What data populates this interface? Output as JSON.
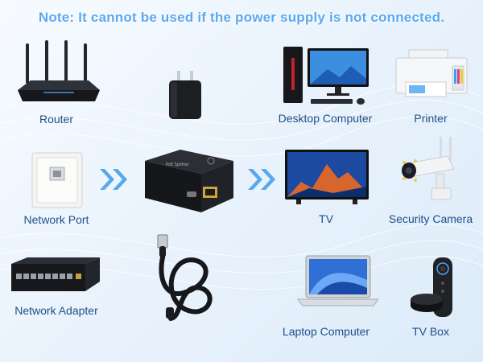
{
  "note": "Note: It cannot be used if the power supply is not connected.",
  "labels": {
    "router": "Router",
    "desktop": "Desktop Computer",
    "printer": "Printer",
    "network_port": "Network Port",
    "tv": "TV",
    "security_camera": "Security Camera",
    "network_adapter": "Network Adapter",
    "laptop": "Laptop Computer",
    "tv_box": "TV Box"
  },
  "colors": {
    "note_text": "#5aa9f0",
    "label_text": "#1d4f8a",
    "arrow": "#58a8ee",
    "device_dark": "#1b1d22"
  }
}
